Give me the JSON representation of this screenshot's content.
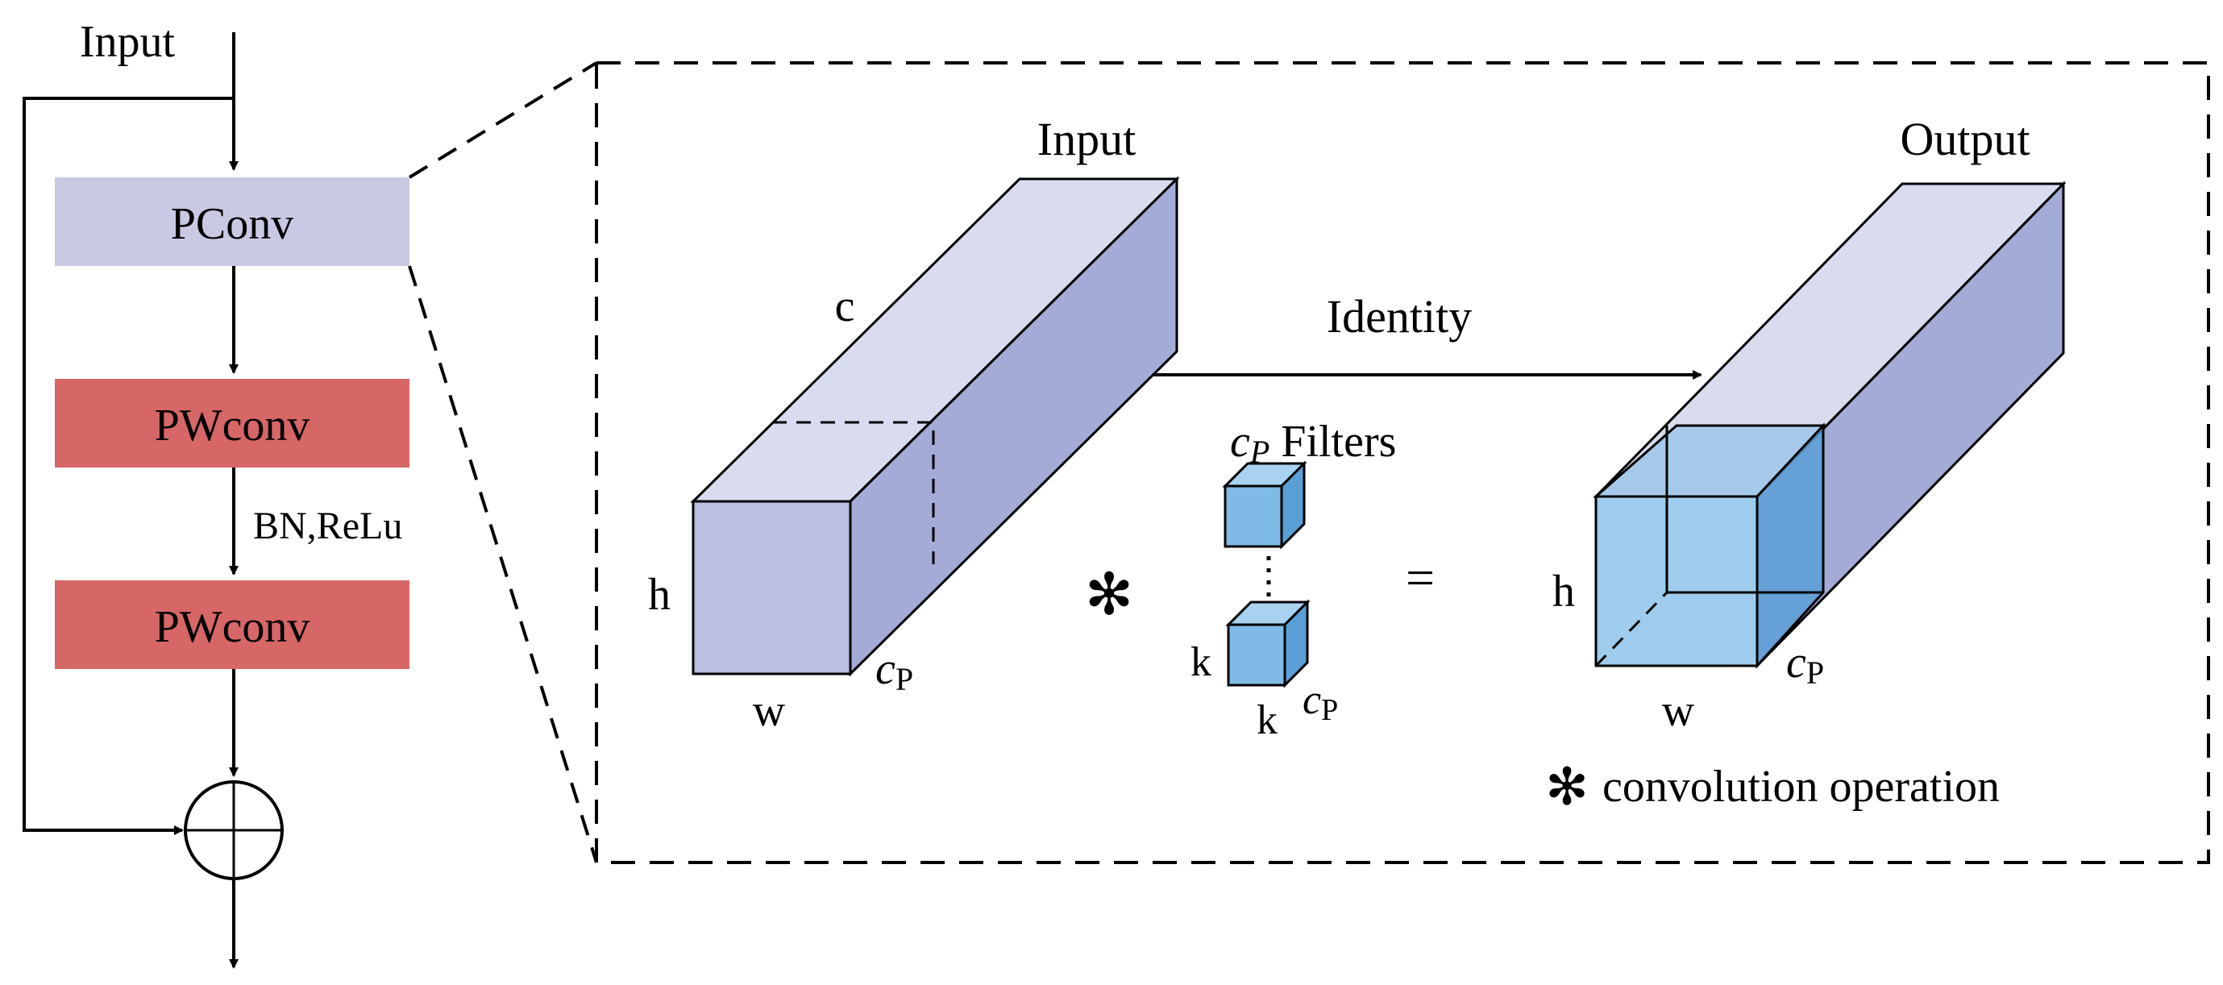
{
  "flow": {
    "input_label": "Input",
    "blocks": [
      {
        "label": "PConv",
        "color": "#c9c9e4"
      },
      {
        "label": "PWconv",
        "color": "#d76667"
      },
      {
        "label": "PWconv",
        "color": "#d76667"
      }
    ],
    "bn_relu_label": "BN,ReLu"
  },
  "detail": {
    "input_label": "Input",
    "output_label": "Output",
    "identity_label": "Identity",
    "filters_prefix": "c",
    "filters_sub": "P",
    "filters_suffix": " Filters",
    "conv_symbol": "✻",
    "equals": "=",
    "dim_c": "c",
    "dim_h": "h",
    "dim_w": "w",
    "dim_k": "k",
    "dim_cp": "c",
    "dim_cp_sub": "P",
    "legend_text": "convolution operation"
  },
  "colors": {
    "tensor_front": "#b9c0e2",
    "tensor_top": "#d9dcef",
    "tensor_side": "#a3abd6",
    "filter_blue": "#7fbbe6",
    "filter_blue_dark": "#5a9fd6"
  }
}
